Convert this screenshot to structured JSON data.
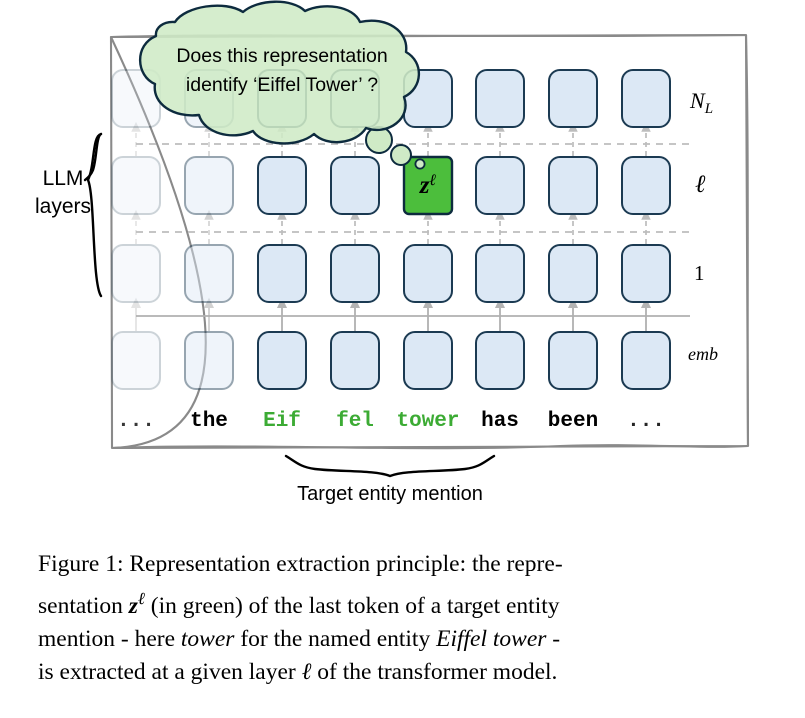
{
  "figure": {
    "panel": {
      "name": "llm-diagram-panel"
    },
    "thought_bubble": {
      "line1": "Does this representation",
      "line2": "identify ‘Eiffel Tower’ ?",
      "fill": "#cfeac6",
      "stroke": "#0d2b3e"
    },
    "left_bracket_label": {
      "line1": "LLM",
      "line2": "layers"
    },
    "bottom_bracket_label": "Target entity mention",
    "row_labels": [
      {
        "key": "nl",
        "text": "N",
        "sub": "L"
      },
      {
        "key": "ell",
        "text": "ℓ",
        "sub": ""
      },
      {
        "key": "one",
        "text": "1",
        "sub": ""
      },
      {
        "key": "emb",
        "text": "emb",
        "sub": ""
      }
    ],
    "tokens": [
      {
        "text": "...",
        "color": "#000000",
        "faded": "strong"
      },
      {
        "text": "the",
        "color": "#000000",
        "faded": "light"
      },
      {
        "text": "Eif",
        "color": "#3cab34",
        "faded": "none"
      },
      {
        "text": "fel",
        "color": "#3cab34",
        "faded": "none"
      },
      {
        "text": "tower",
        "color": "#3cab34",
        "faded": "none"
      },
      {
        "text": "has",
        "color": "#000000",
        "faded": "none"
      },
      {
        "text": "been",
        "color": "#000000",
        "faded": "none"
      },
      {
        "text": "...",
        "color": "#000000",
        "faded": "none"
      }
    ],
    "highlight_cell": {
      "label": "z",
      "superscript": "ℓ",
      "fill": "#4cbe3c",
      "stroke": "#0d2b3e",
      "row": "ell",
      "column": 4
    },
    "colors": {
      "box_fill": "#dce8f5",
      "box_stroke": "#1b3a52",
      "panel_stroke": "#808080",
      "arrow_gray": "#b0b0b0",
      "dashed_gray": "#b9b9b9",
      "green_accent": "#3cab34"
    },
    "grid": {
      "columns": 8,
      "rows": 4
    }
  },
  "caption": {
    "prefix": "Figure 1: Representation extraction principle: the repre-sentation ",
    "seg1": "Figure 1: Representation extraction principle: the repre-",
    "seg2_a": "sentation ",
    "seg2_z": "z",
    "seg2_sup": "ℓ",
    "seg2_b": " (in green) of the last token of a target entity",
    "seg3_a": "mention - here ",
    "seg3_i1": "tower",
    "seg3_b": " for the named entity ",
    "seg3_i2": "Eiffel tower",
    "seg3_c": " -",
    "seg4_a": "is extracted at a given layer ",
    "seg4_l": "ℓ",
    "seg4_b": " of the transformer model."
  }
}
